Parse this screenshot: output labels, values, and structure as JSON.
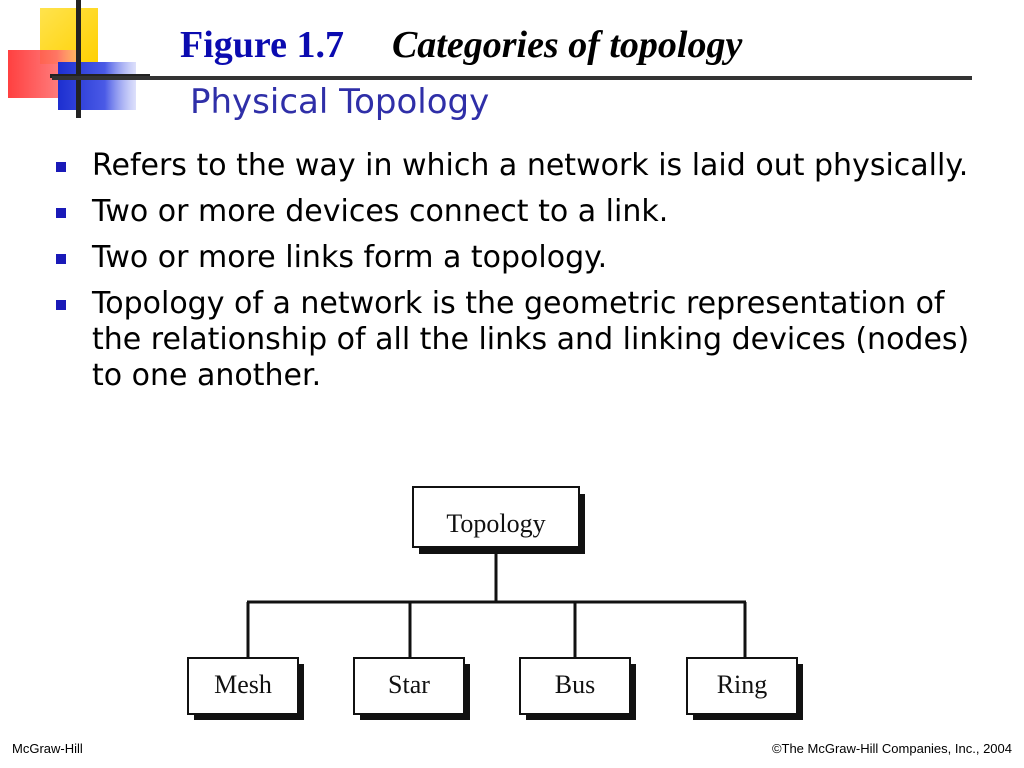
{
  "slide": {
    "figure_label": "Figure 1.7",
    "figure_caption": "Categories of topology",
    "subtitle": "Physical Topology",
    "bullets": [
      "Refers to the way in which a network is laid out physically.",
      "Two or more devices connect to a link.",
      "Two or more links form a topology.",
      "Topology of a network is the geometric representation of the relationship of all the links and linking devices (nodes) to one another."
    ]
  },
  "diagram": {
    "root": "Topology",
    "children": [
      "Mesh",
      "Star",
      "Bus",
      "Ring"
    ]
  },
  "footer": {
    "left": "McGraw-Hill",
    "right": "©The McGraw-Hill Companies, Inc., 2004"
  },
  "colors": {
    "title_blue": "#0b0bb0",
    "subtitle_blue": "#2f2fa8",
    "bullet_blue": "#1a1ab8",
    "logo_yellow": "#ffd400",
    "logo_red": "#ff3b3b",
    "logo_blue": "#2c3ed8"
  },
  "icons": {
    "logo": "colored-squares-logo-icon",
    "bullet": "square-bullet-icon"
  }
}
